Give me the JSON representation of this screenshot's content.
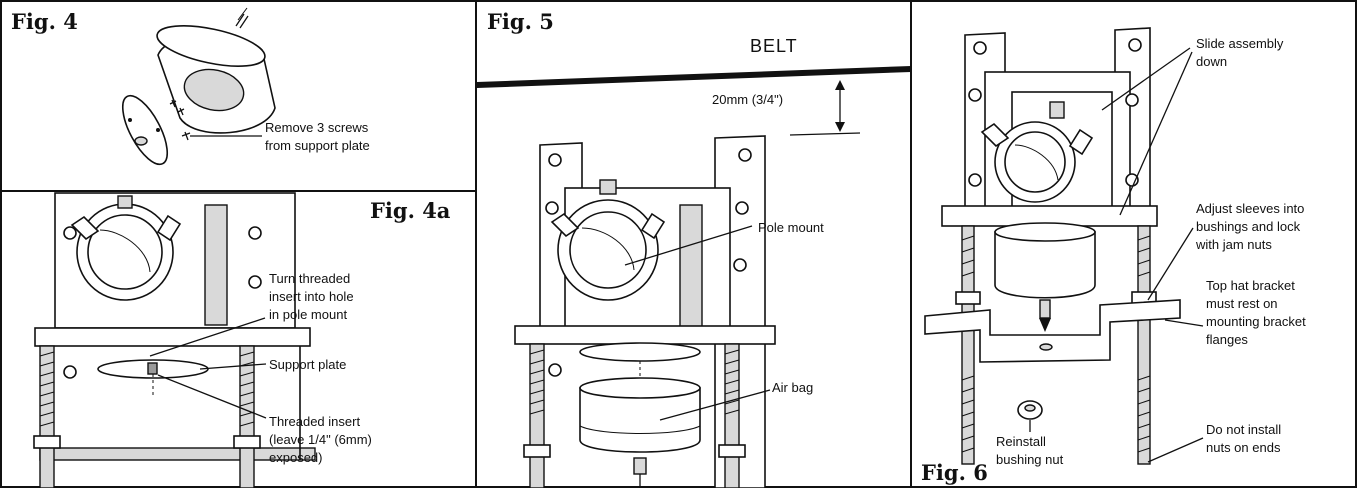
{
  "figures": {
    "fig4": {
      "title": "Fig. 4",
      "callouts": [
        "Remove 3 screws",
        "from support plate"
      ]
    },
    "fig4a": {
      "title": "Fig. 4a",
      "callouts": {
        "threaded_insert_turn": [
          "Turn threaded",
          "insert into hole",
          "in pole mount"
        ],
        "support_plate": [
          "Support plate"
        ],
        "threaded_insert": [
          "Threaded insert",
          "(leave 1/4\" (6mm)",
          "exposed)"
        ]
      }
    },
    "fig5": {
      "title": "Fig. 5",
      "belt_label": "BELT",
      "dimension": "20mm (3/4\")",
      "callouts": {
        "pole_mount": [
          "Pole mount"
        ],
        "air_bag": [
          "Air bag"
        ]
      }
    },
    "fig6": {
      "title": "Fig. 6",
      "callouts": {
        "slide": [
          "Slide assembly",
          "down"
        ],
        "adjust": [
          "Adjust sleeves into",
          "bushings and lock",
          "with jam nuts"
        ],
        "top_hat": [
          "Top hat bracket",
          "must rest on",
          "mounting bracket",
          "flanges"
        ],
        "reinstall": [
          "Reinstall",
          "bushing nut"
        ],
        "no_nuts": [
          "Do not install",
          "nuts on ends"
        ]
      }
    }
  },
  "colors": {
    "ink": "#111111",
    "shade": "#d9d9d9",
    "paper": "#ffffff"
  }
}
